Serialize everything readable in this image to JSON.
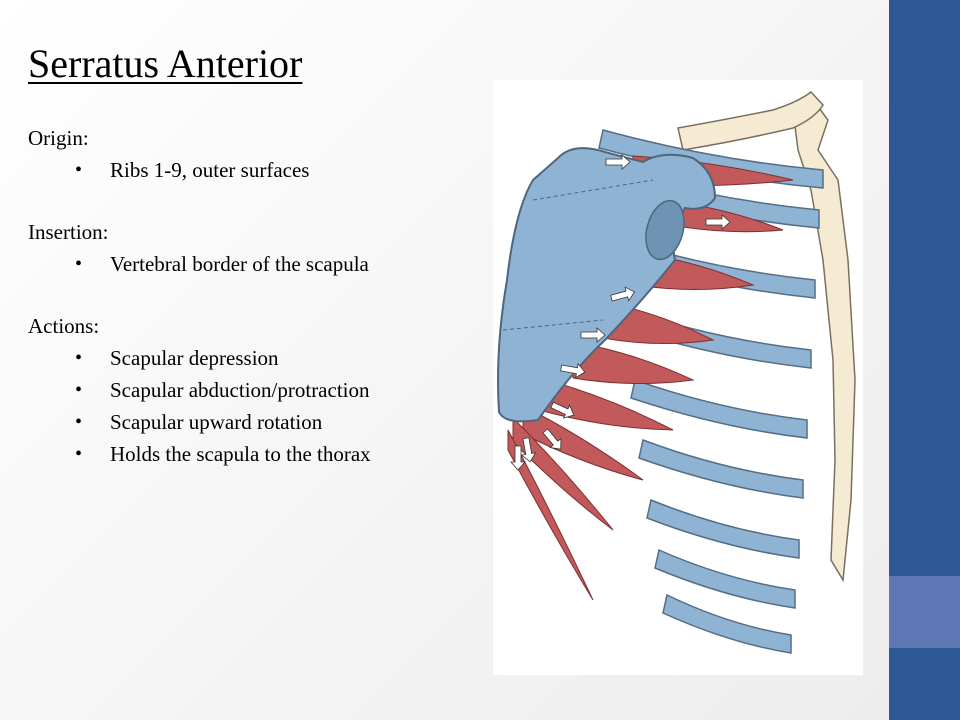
{
  "slide": {
    "title": "Serratus Anterior",
    "sections": [
      {
        "label": "Origin:",
        "items": [
          "Ribs 1-9, outer surfaces"
        ]
      },
      {
        "label": "Insertion:",
        "items": [
          "Vertebral border of the scapula"
        ]
      },
      {
        "label": "Actions:",
        "items": [
          "Scapular depression",
          "Scapular abduction/protraction",
          "Scapular upward rotation",
          "Holds the scapula to the thorax"
        ]
      }
    ]
  },
  "colors": {
    "sidebar": "#2c5896",
    "sidebar_accent": "#6077b6",
    "bone": "#8fb3d2",
    "muscle": "#c25a5c",
    "cartilage": "#f5ebd2"
  },
  "figure": {
    "icon": "serratus-anterior-anatomy-illustration"
  }
}
